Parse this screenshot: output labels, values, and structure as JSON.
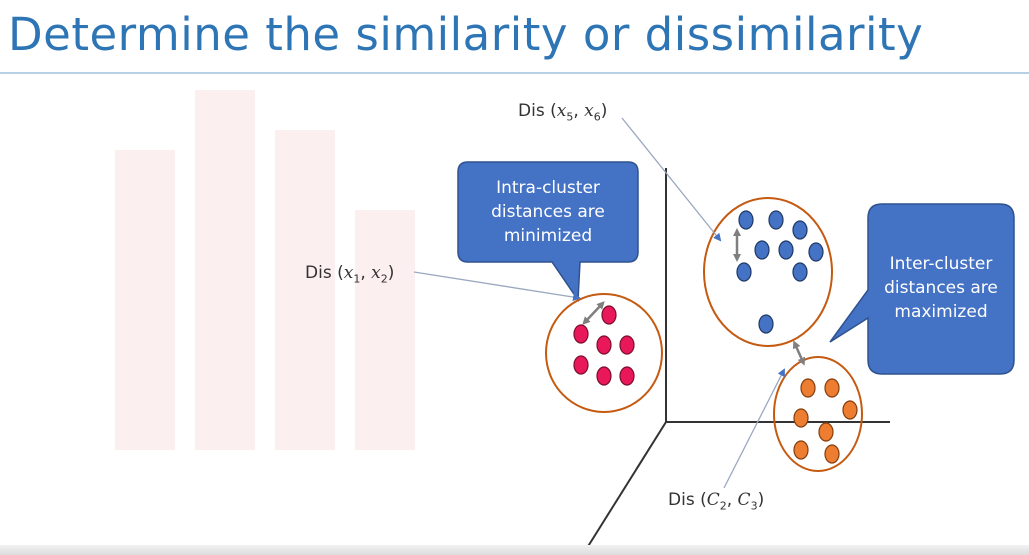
{
  "slide": {
    "title": "Determine the similarity or dissimilarity"
  },
  "labels": {
    "dis_x5_x6": {
      "prefix": "Dis (",
      "a": "x",
      "a_sub": "5",
      "sep": ", ",
      "b": "x",
      "b_sub": "6",
      "suffix": ")"
    },
    "dis_x1_x2": {
      "prefix": "Dis (",
      "a": "x",
      "a_sub": "1",
      "sep": ", ",
      "b": "x",
      "b_sub": "2",
      "suffix": ")"
    },
    "dis_c2_c3": {
      "prefix": "Dis (",
      "a": "C",
      "a_sub": "2",
      "sep": ", ",
      "b": "C",
      "b_sub": "3",
      "suffix": ")"
    }
  },
  "callouts": {
    "intra": {
      "line1": "Intra-cluster",
      "line2": "distances are",
      "line3": "minimized"
    },
    "inter": {
      "line1": "Inter-cluster",
      "line2": "distances are",
      "line3": "maximized"
    }
  },
  "colors": {
    "title": "#2e75b6",
    "callout_fill": "#4472c4",
    "cluster_ring": "#c55a11",
    "pink_points": "#e8185a",
    "blue_points": "#4472c4",
    "orange_points": "#ed7d31",
    "axes": "#333333"
  }
}
